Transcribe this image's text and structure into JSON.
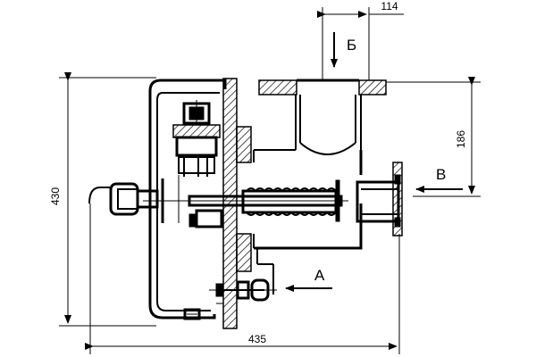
{
  "drawing": {
    "dimensions": {
      "overall_height": "430",
      "overall_length": "435",
      "inlet_width": "114",
      "outlet_height": "186"
    },
    "view_labels": {
      "view_a": "А",
      "view_b_top": "Б",
      "view_v_side": "В"
    }
  }
}
